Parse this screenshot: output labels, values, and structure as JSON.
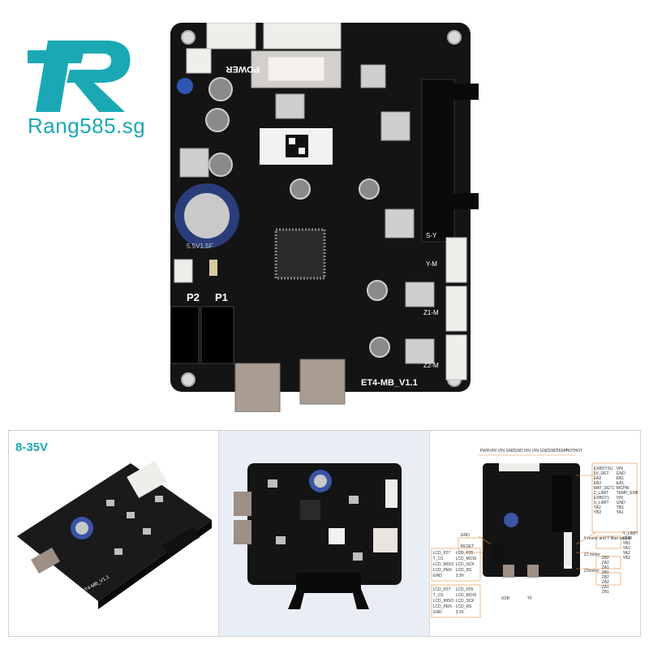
{
  "logo": {
    "mark": "R",
    "text": "Rang585.sg",
    "color": "#1aa9b4"
  },
  "board": {
    "model_label": "ET4-MB_V1.1",
    "power_label": "POWER",
    "connector_p1": "P1",
    "connector_p2": "P2",
    "motor_labels": [
      "S-Y",
      "Y-M",
      "Z1-M",
      "Z2-M"
    ],
    "capacitor_label": "5.5V1.5F"
  },
  "thumbnails": {
    "t1": {
      "voltage": "8-35V",
      "board_label": "ET4-MB_V1.1"
    },
    "t2": {},
    "t3": {
      "top_labels": [
        "PWR",
        "VIN",
        "VIN",
        "GND",
        "GND",
        "VIN",
        "VIN",
        "GND",
        "GND",
        "TEMP",
        "HOT",
        "HOT"
      ],
      "right_labels": [
        "EXBOTSU",
        "5V_DET",
        "EA2",
        "EB2",
        "MAT_DET1",
        "Z_LIMIT",
        "EXBOTL",
        "X_LIMIT",
        "YA2",
        "YB2",
        "VIN",
        "GND",
        "EB1",
        "EA1",
        "MCPW",
        "TEMP_EXB",
        "VIN",
        "GND",
        "YB1",
        "YA1"
      ],
      "left_top": [
        "LCD_P27",
        "T_CS",
        "LCD_MISO",
        "LCD_PEN",
        "GND"
      ],
      "left_top2": [
        "LCD_P25",
        "LCD_MOSI",
        "LCD_SCK",
        "LCD_RS",
        "3.3V"
      ],
      "left_bot": [
        "LCD_P27",
        "T_CS",
        "LCD_MISO",
        "LCD_PEN",
        "GND"
      ],
      "left_bot2": [
        "LCD_P25",
        "LCD_MOSI",
        "LCD_SCK",
        "LCD_RS",
        "3.3V"
      ],
      "gnd": "GND",
      "reset": "RESET",
      "usb": "USB",
      "tf": "TF",
      "motor1": "Y motor and Y fiber rack R",
      "motor2": "Z1 motor",
      "motor3": "Z2motor",
      "right_small": [
        "Y_LIMIT",
        "GND",
        "YB1",
        "YA1",
        "YA2",
        "YB2"
      ],
      "zlist": [
        "ZB2",
        "ZA2",
        "ZA1",
        "ZB1"
      ],
      "zlist2": [
        "ZB2",
        "ZA2",
        "ZA1",
        "ZB1"
      ]
    }
  }
}
